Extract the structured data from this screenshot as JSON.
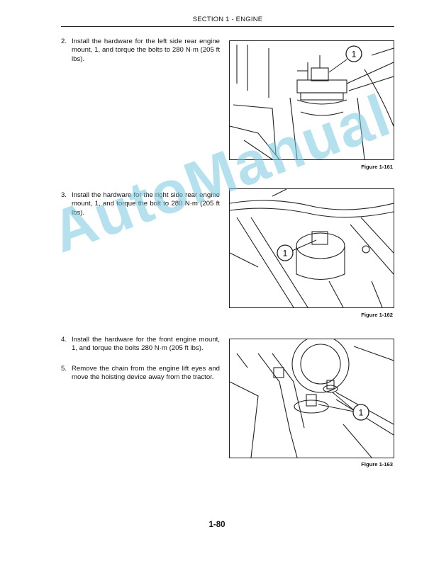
{
  "header": {
    "section": "SECTION 1 - ENGINE"
  },
  "steps": [
    {
      "number": "2.",
      "text": "Install the hardware for the left side rear engine mount, 1, and torque the bolts to 280 N·m (205 ft lbs)."
    },
    {
      "number": "3.",
      "text": "Install the hardware for the right side rear engine mount, 1, and torque the bolt to 280 N·m (205 ft lbs)."
    },
    {
      "number": "4.",
      "text": "Install the hardware for the front engine mount, 1, and torque the bolts 280 N·m (205 ft lbs)."
    },
    {
      "number": "5.",
      "text": "Remove the chain from the engine lift eyes and move the hoisting device away from the tractor."
    }
  ],
  "figures": [
    {
      "caption": "Figure 1-161",
      "callout": "1"
    },
    {
      "caption": "Figure 1-162",
      "callout": "1"
    },
    {
      "caption": "Figure 1-163",
      "callout": "1"
    }
  ],
  "watermark": "AutoManual",
  "page_number": "1-80"
}
